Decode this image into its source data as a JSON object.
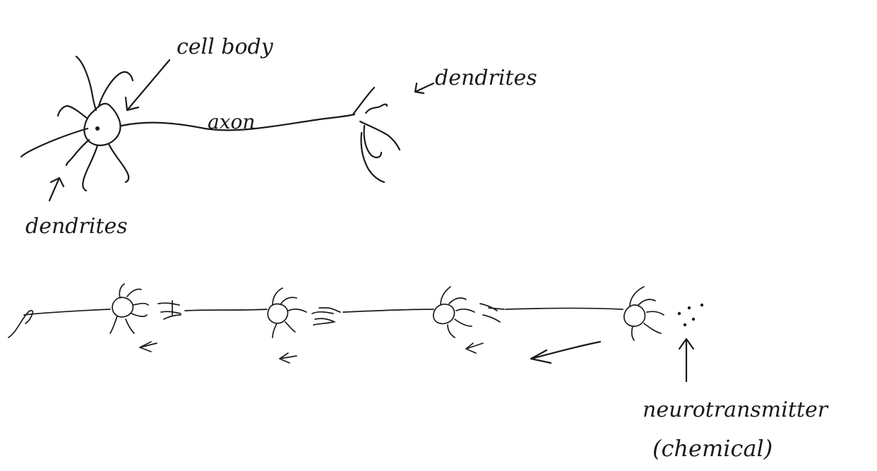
{
  "labels": {
    "cell_body": "cell body",
    "dendrites_right": "dendrites",
    "axon": "axon",
    "dendrites_left": "dendrites",
    "neurotransmitter": "neurotransmitter",
    "chemical": "(chemical)"
  },
  "colors": {
    "ink": "#1a1a1a",
    "paper": "#ffffff"
  }
}
